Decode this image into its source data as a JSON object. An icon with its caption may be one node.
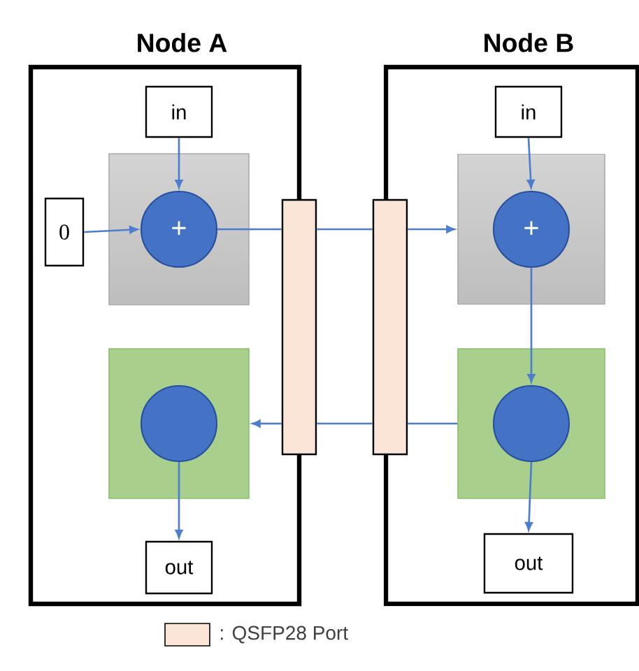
{
  "diagram": {
    "nodes": [
      {
        "text": [
          "Node A"
        ]
      },
      {
        "text": [
          "Node B"
        ]
      },
      {
        "text": [
          "in"
        ],
        "in": 0
      },
      {
        "text": [],
        "shape": "box",
        "in": 0
      },
      {
        "text": [
          "+"
        ],
        "in": 3
      },
      {
        "text": [
          "0"
        ],
        "in": 0
      },
      {
        "text": [],
        "shape": "box",
        "in": 0
      },
      {
        "text": [],
        "shape": "circle",
        "in": 6
      },
      {
        "text": [
          "out"
        ],
        "in": 0
      },
      {
        "text": [],
        "shape": "box"
      },
      {
        "text": [],
        "shape": "box"
      },
      {
        "text": [
          "in"
        ],
        "in": 1
      },
      {
        "text": [],
        "shape": "box",
        "in": 1
      },
      {
        "text": [
          "+"
        ],
        "in": 12
      },
      {
        "text": [],
        "shape": "box",
        "in": 1
      },
      {
        "text": [],
        "shape": "circle",
        "in": 14
      },
      {
        "text": [
          "out"
        ],
        "in": 1
      }
    ],
    "edges": [
      {
        "from": 2,
        "to": 4,
        "arrow": "to"
      },
      {
        "from": 5,
        "to": 4,
        "arrow": "to"
      },
      {
        "from": 4,
        "to": 9,
        "arrow": "none"
      },
      {
        "from": 9,
        "to": 10,
        "arrow": "none"
      },
      {
        "from": 10,
        "to": 12,
        "arrow": "to"
      },
      {
        "from": 11,
        "to": 13,
        "arrow": "to"
      },
      {
        "from": 13,
        "to": 15,
        "arrow": "to"
      },
      {
        "from": 14,
        "to": 10,
        "arrow": "none"
      },
      {
        "from": 10,
        "to": 9,
        "arrow": "none"
      },
      {
        "from": 9,
        "to": 6,
        "arrow": "to"
      },
      {
        "from": 7,
        "to": 8,
        "arrow": "to"
      },
      {
        "from": 15,
        "to": 16,
        "arrow": "to"
      }
    ],
    "legend": [
      {
        "text": ": QSFP28 Port",
        "color": "#fbe5d6"
      }
    ]
  }
}
